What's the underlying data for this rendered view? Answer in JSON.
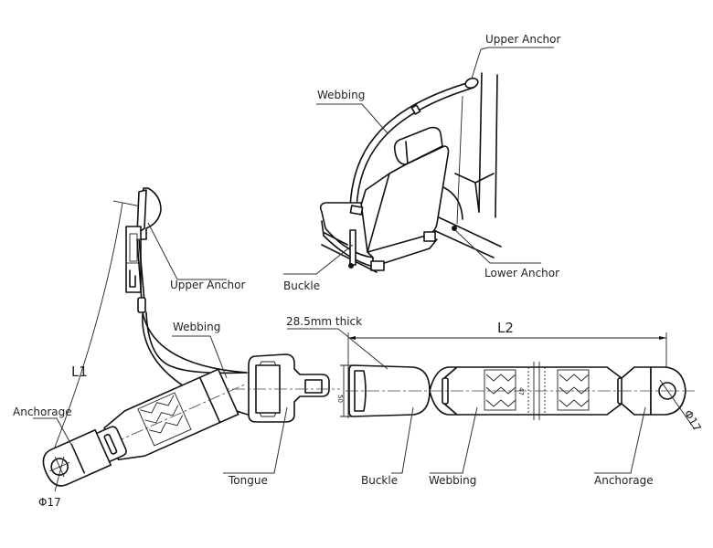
{
  "title": "Three-point seat belt assembly diagram",
  "colors": {
    "line": "#111111",
    "background": "#ffffff",
    "text": "#222222"
  },
  "seat_view": {
    "labels": {
      "upper_anchor": "Upper Anchor",
      "webbing": "Webbing",
      "buckle": "Buckle",
      "lower_anchor": "Lower Anchor"
    }
  },
  "retractor_view": {
    "labels": {
      "upper_anchor": "Upper Anchor",
      "webbing": "Webbing",
      "anchorage": "Anchorage",
      "tongue": "Tongue",
      "length": "L1",
      "hole_diameter": "Φ17"
    }
  },
  "buckle_view": {
    "labels": {
      "thickness": "28.5mm thick",
      "length": "L2",
      "buckle": "Buckle",
      "webbing": "Webbing",
      "anchorage": "Anchorage",
      "hole_diameter": "Φ17",
      "width_dim": "50",
      "webbing_width_dim": "47"
    }
  }
}
